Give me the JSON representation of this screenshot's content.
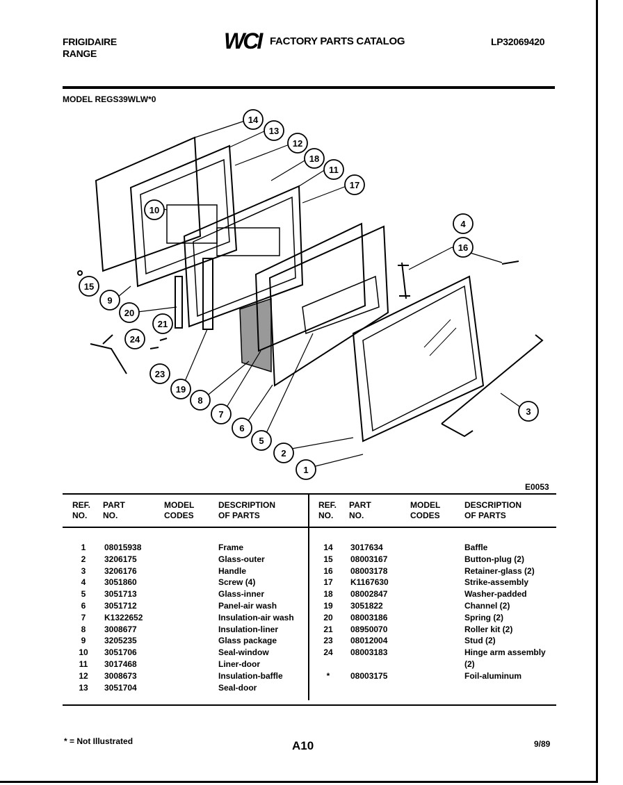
{
  "header": {
    "brand_line1": "FRIGIDAIRE",
    "brand_line2": "RANGE",
    "logo_text": "WCI",
    "catalog_title": "FACTORY PARTS CATALOG",
    "catalog_number": "LP32069420"
  },
  "model_label": "MODEL REGS39WLW*0",
  "diagram": {
    "figure_code": "E0053",
    "callouts": [
      "1",
      "2",
      "3",
      "4",
      "5",
      "6",
      "7",
      "8",
      "9",
      "10",
      "11",
      "12",
      "13",
      "14",
      "15",
      "16",
      "17",
      "18",
      "19",
      "20",
      "21",
      "23",
      "24"
    ]
  },
  "table": {
    "headers": {
      "ref": [
        "REF.",
        "NO."
      ],
      "part": [
        "PART",
        "NO."
      ],
      "model": [
        "MODEL",
        "CODES"
      ],
      "desc": [
        "DESCRIPTION",
        "OF PARTS"
      ]
    },
    "left_rows": [
      {
        "ref": "1",
        "part": "08015938",
        "model": "",
        "desc": "Frame"
      },
      {
        "ref": "2",
        "part": "3206175",
        "model": "",
        "desc": "Glass-outer"
      },
      {
        "ref": "3",
        "part": "3206176",
        "model": "",
        "desc": "Handle"
      },
      {
        "ref": "4",
        "part": "3051860",
        "model": "",
        "desc": "Screw (4)"
      },
      {
        "ref": "5",
        "part": "3051713",
        "model": "",
        "desc": "Glass-inner"
      },
      {
        "ref": "6",
        "part": "3051712",
        "model": "",
        "desc": "Panel-air wash"
      },
      {
        "ref": "7",
        "part": "K1322652",
        "model": "",
        "desc": "Insulation-air wash"
      },
      {
        "ref": "8",
        "part": "3008677",
        "model": "",
        "desc": "Insulation-liner"
      },
      {
        "ref": "9",
        "part": "3205235",
        "model": "",
        "desc": "Glass package"
      },
      {
        "ref": "10",
        "part": "3051706",
        "model": "",
        "desc": "Seal-window"
      },
      {
        "ref": "11",
        "part": "3017468",
        "model": "",
        "desc": "Liner-door"
      },
      {
        "ref": "12",
        "part": "3008673",
        "model": "",
        "desc": "Insulation-baffle"
      },
      {
        "ref": "13",
        "part": "3051704",
        "model": "",
        "desc": "Seal-door"
      }
    ],
    "right_rows": [
      {
        "ref": "14",
        "part": "3017634",
        "model": "",
        "desc": "Baffle"
      },
      {
        "ref": "15",
        "part": "08003167",
        "model": "",
        "desc": "Button-plug (2)"
      },
      {
        "ref": "16",
        "part": "08003178",
        "model": "",
        "desc": "Retainer-glass (2)"
      },
      {
        "ref": "17",
        "part": "K1167630",
        "model": "",
        "desc": "Strike-assembly"
      },
      {
        "ref": "18",
        "part": "08002847",
        "model": "",
        "desc": "Washer-padded"
      },
      {
        "ref": "19",
        "part": "3051822",
        "model": "",
        "desc": "Channel (2)"
      },
      {
        "ref": "20",
        "part": "08003186",
        "model": "",
        "desc": "Spring (2)"
      },
      {
        "ref": "21",
        "part": "08950070",
        "model": "",
        "desc": "Roller kit (2)"
      },
      {
        "ref": "23",
        "part": "08012004",
        "model": "",
        "desc": "Stud (2)"
      },
      {
        "ref": "24",
        "part": "08003183",
        "model": "",
        "desc": "Hinge arm assembly"
      },
      {
        "ref": "",
        "part": "",
        "model": "",
        "desc": "(2)"
      },
      {
        "ref": "*",
        "part": "08003175",
        "model": "",
        "desc": "Foil-aluminum"
      }
    ]
  },
  "footer": {
    "footnote": "* = Not Illustrated",
    "page_number": "A10",
    "date": "9/89"
  }
}
